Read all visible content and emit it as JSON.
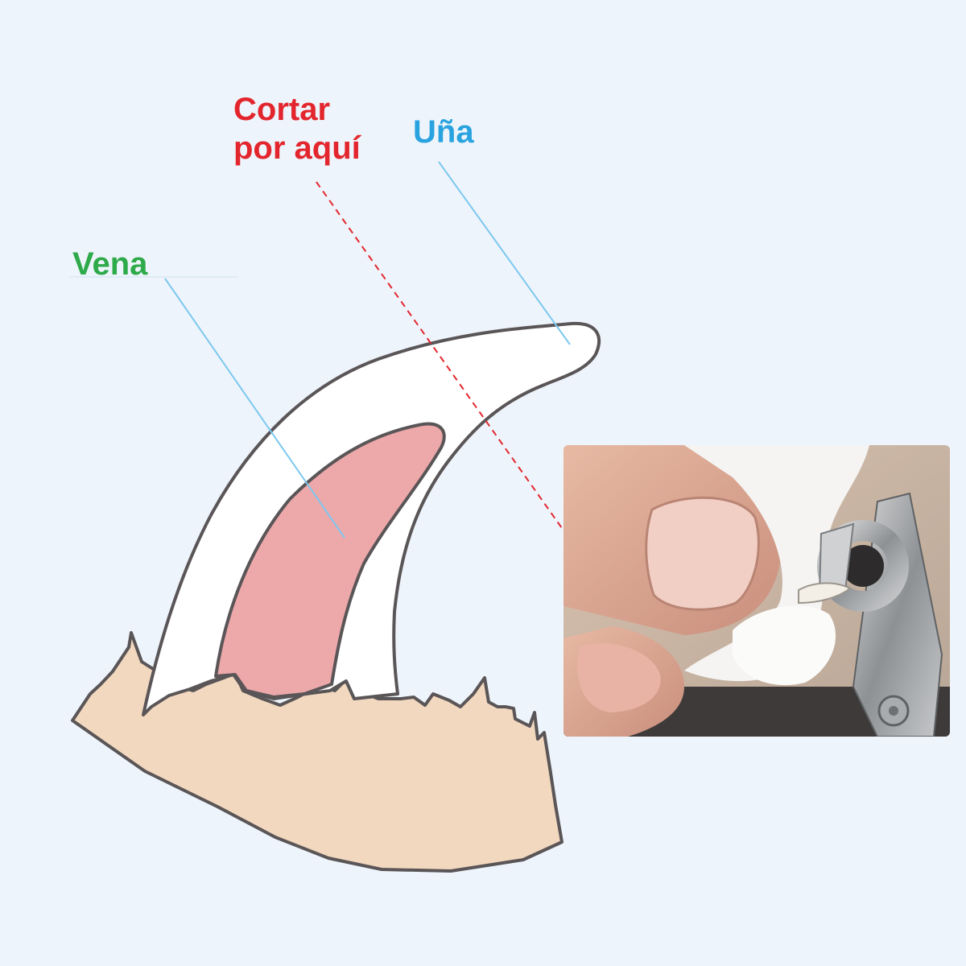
{
  "labels": {
    "cut_line": [
      "Cortar",
      "por aquí"
    ],
    "nail": "Uña",
    "vein": "Vena"
  },
  "colors": {
    "background": "#eef4fb",
    "cut_line": "#e3262d",
    "nail_label": "#29a3df",
    "vein_label": "#2eaa4a",
    "leader_line": "#7cc8ef",
    "nail_fill": "#ffffff",
    "vein_fill": "#eda8aa",
    "skin_fill": "#f2d8bf",
    "outline": "#5a5557"
  },
  "photo": {
    "description_icon": "cat-nail-clipping-photo"
  }
}
